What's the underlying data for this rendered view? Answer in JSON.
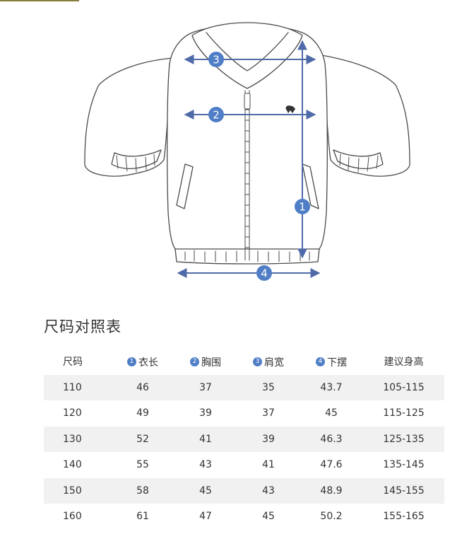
{
  "diagram": {
    "markers": [
      {
        "number": "1",
        "name": "衣长"
      },
      {
        "number": "2",
        "name": "胸围"
      },
      {
        "number": "3",
        "name": "肩宽"
      },
      {
        "number": "4",
        "name": "下摆"
      }
    ],
    "line_color": "#4f6aa8",
    "badge_color": "#4f7ec6"
  },
  "size_chart": {
    "title": "尺码对照表",
    "headers": [
      {
        "badge": "",
        "label": "尺码"
      },
      {
        "badge": "1",
        "label": "衣长"
      },
      {
        "badge": "2",
        "label": "胸围"
      },
      {
        "badge": "3",
        "label": "肩宽"
      },
      {
        "badge": "4",
        "label": "下摆"
      },
      {
        "badge": "",
        "label": "建议身高"
      }
    ],
    "rows": [
      [
        "110",
        "46",
        "37",
        "35",
        "43.7",
        "105-115"
      ],
      [
        "120",
        "49",
        "39",
        "37",
        "45",
        "115-125"
      ],
      [
        "130",
        "52",
        "41",
        "39",
        "46.3",
        "125-135"
      ],
      [
        "140",
        "55",
        "43",
        "41",
        "47.6",
        "135-145"
      ],
      [
        "150",
        "58",
        "45",
        "43",
        "48.9",
        "145-155"
      ],
      [
        "160",
        "61",
        "47",
        "45",
        "50.2",
        "155-165"
      ]
    ]
  },
  "colors": {
    "accent_bar": "#8a7d3b",
    "row_alt_bg": "#f1f1f1",
    "text": "#333333"
  }
}
